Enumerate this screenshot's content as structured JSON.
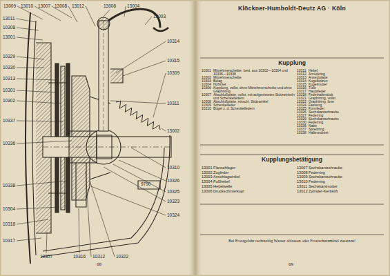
{
  "diagram": {
    "title": "Klöckner-Humboldt-Deutz AG · Köln",
    "labels": [
      "13009",
      "13010",
      "13007",
      "13008",
      "13012",
      "13006",
      "13004",
      "13003",
      "13011",
      "10308",
      "13001",
      "10329",
      "10330",
      "10313",
      "10301",
      "10302",
      "10337",
      "10336",
      "10338",
      "10304",
      "10318",
      "10317",
      "10314",
      "10315",
      "10309",
      "10311",
      "13002",
      "10310",
      "10326",
      "10325",
      "10323",
      "10324",
      "10307",
      "10316",
      "10312",
      "10322",
      "9790",
      "68",
      "69",
      "Kupplung",
      "10301",
      "Mitnehmerscheibe, best. aus 10302—10304 und 10336—10338",
      "10302",
      "Mitnehmerscheibe",
      "10303",
      "Belag",
      "10304",
      "Hohlniet",
      "10306",
      "Kupplung, vollst. ohne Mitnehmerscheibe und ohne Graphitring",
      "10307",
      "Abschlußplatte, vollst. mit aufgenieteten Stützwinkeln und Schenkelfedern",
      "10308",
      "Abschlußplatte, einschl. Stützwinkel",
      "10309",
      "Schenkelfeder",
      "10310",
      "Bügel z. d. Schenkelfedern",
      "10311",
      "Hebel",
      "10312",
      "Anrückring",
      "10313",
      "Ansetzplatte",
      "10314",
      "Kugelbolzen",
      "10315",
      "Kugelmutter",
      "10316",
      "Tülle",
      "10317",
      "Hauptfeder",
      "10318",
      "Federhaltestück",
      "10321",
      "Graphitring, vollst.",
      "10322",
      "Graphitring, lose",
      "10324",
      "Fassung",
      "10325",
      "Formfeder",
      "10326",
      "Sechskantschraube",
      "10327",
      "Federring",
      "10329",
      "Sechskantschraube",
      "10330",
      "Federring",
      "10336",
      "Nabe",
      "10337",
      "Spreizring",
      "10338",
      "Halbrundniet",
      "Kupplungsbetätigung",
      "13001",
      "Flanschlager",
      "13002",
      "Zugfeder",
      "13003",
      "Anschlagwinkel",
      "13004",
      "Fußhebel",
      "13005",
      "Hebelwelle",
      "13006",
      "Druckschmierkopf",
      "13007",
      "Sechskantschraube",
      "13008",
      "Federring",
      "13009",
      "Sechskantschraube",
      "13010",
      "Federring",
      "13011",
      "Sechskantmutter",
      "13012",
      "Zylinder-Kerbstift",
      "Bei Frostgefahr rechtzeitig Wasser ablassen oder Frostschutzmittel zusetzen!"
    ]
  }
}
